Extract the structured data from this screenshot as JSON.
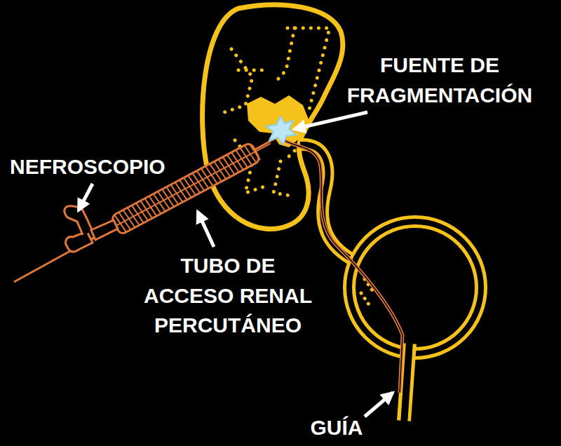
{
  "diagram": {
    "labels": [
      "NEFROSCOPIO",
      "FUENTE DE FRAGMENTACIÓN",
      "TUBO DE ACCESO RENAL PERCUTÁNEO",
      "GUÍA"
    ]
  }
}
